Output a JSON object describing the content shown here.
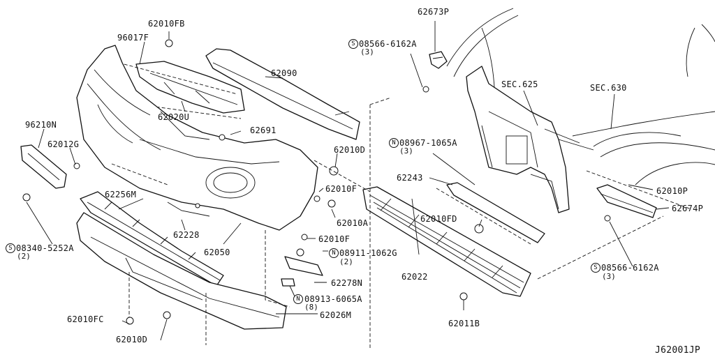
{
  "drawing_id": "J62001JP",
  "symbols": {
    "screw": "S",
    "nut": "N"
  },
  "labels": {
    "p62010FB": "62010FB",
    "p96017F": "96017F",
    "p62090": "62090",
    "p62020U": "62020U",
    "p62691": "62691",
    "p96210N": "96210N",
    "p62012G": "62012G",
    "p62010D_a": "62010D",
    "p62010F_a": "62010F",
    "p62010A": "62010A",
    "p62256M": "62256M",
    "p62228": "62228",
    "p62050": "62050",
    "p62010F_b": "62010F",
    "p08911": "08911-1062G",
    "p62278N": "62278N",
    "p08913": "08913-6065A",
    "p62026M": "62026M",
    "p08340": "08340-5252A",
    "p62010FC": "62010FC",
    "p62010D_b": "62010D",
    "p62673P": "62673P",
    "p08566_a": "08566-6162A",
    "sec625": "SEC.625",
    "sec630": "SEC.630",
    "p08967": "08967-1065A",
    "p62243": "62243",
    "p62010FD": "62010FD",
    "p62022": "62022",
    "p62011B": "62011B",
    "p62010P": "62010P",
    "p62674P": "62674P",
    "p08566_b": "08566-6162A"
  },
  "quantities": {
    "q08340": "(2)",
    "q08911": "(2)",
    "q08913": "(8)",
    "q08566_a": "(3)",
    "q08967": "(3)",
    "q08566_b": "(3)"
  }
}
